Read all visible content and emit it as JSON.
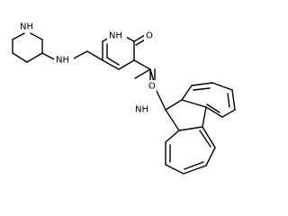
{
  "molecule": {
    "atoms": {
      "piperidine_nh": "NH",
      "amine_nh": "NH",
      "ring_nh": "NH",
      "carbonyl_o_ring": "O",
      "carbonyl_o_amide": "O",
      "amide_nh": "NH"
    }
  }
}
